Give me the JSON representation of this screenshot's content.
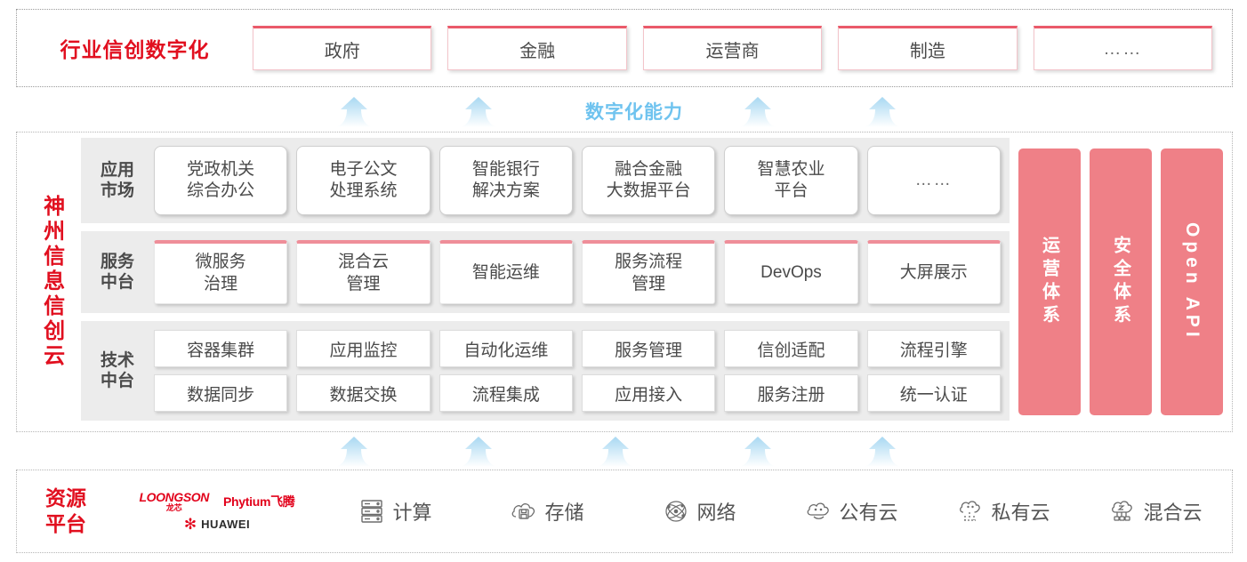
{
  "industry": {
    "title": "行业信创数字化",
    "cards": [
      {
        "label": "政府"
      },
      {
        "label": "金融"
      },
      {
        "label": "运营商"
      },
      {
        "label": "制造"
      },
      {
        "label": "……"
      }
    ]
  },
  "capability": {
    "label": "数字化能力",
    "arrow_count": 4,
    "arrow_icon": "up-arrow-icon",
    "arrow_color": "#cfe8f8"
  },
  "cloud": {
    "title": "神州信息信创云",
    "rows": [
      {
        "key": "app-market",
        "label": "应用\n市场",
        "label_line1": "应用",
        "label_line2": "市场",
        "cells": [
          {
            "label": "党政机关\n综合办公",
            "l1": "党政机关",
            "l2": "综合办公"
          },
          {
            "label": "电子公文\n处理系统",
            "l1": "电子公文",
            "l2": "处理系统"
          },
          {
            "label": "智能银行\n解决方案",
            "l1": "智能银行",
            "l2": "解决方案"
          },
          {
            "label": "融合金融\n大数据平台",
            "l1": "融合金融",
            "l2": "大数据平台"
          },
          {
            "label": "智慧农业\n平台",
            "l1": "智慧农业",
            "l2": "平台"
          },
          {
            "label": "……",
            "l1": "……",
            "l2": ""
          }
        ]
      },
      {
        "key": "service-platform",
        "label_line1": "服务",
        "label_line2": "中台",
        "cells": [
          {
            "l1": "微服务",
            "l2": "治理"
          },
          {
            "l1": "混合云",
            "l2": "管理"
          },
          {
            "l1": "智能运维",
            "l2": ""
          },
          {
            "l1": "服务流程",
            "l2": "管理"
          },
          {
            "l1": "DevOps",
            "l2": ""
          },
          {
            "l1": "大屏展示",
            "l2": ""
          }
        ]
      },
      {
        "key": "tech-platform",
        "label_line1": "技术",
        "label_line2": "中台",
        "row1": [
          "容器集群",
          "应用监控",
          "自动化运维",
          "服务管理",
          "信创适配",
          "流程引擎"
        ],
        "row2": [
          "数据同步",
          "数据交换",
          "流程集成",
          "应用接入",
          "服务注册",
          "统一认证"
        ]
      }
    ],
    "pillars": [
      {
        "label": "运营体系",
        "orientation": "upright"
      },
      {
        "label": "安全体系",
        "orientation": "upright"
      },
      {
        "label": "Open API",
        "orientation": "rotated"
      }
    ],
    "pillar_color": "#ef8087"
  },
  "lower_arrows": {
    "count": 5,
    "arrow_icon": "up-arrow-icon",
    "arrow_color": "#cfe8f8"
  },
  "resource": {
    "title_line1": "资源",
    "title_line2": "平台",
    "vendors": [
      {
        "name": "LOONGSON",
        "cn": "龙芯",
        "icon": "loongson-logo"
      },
      {
        "name": "Phytium飞腾",
        "icon": "phytium-logo"
      },
      {
        "name": "HUAWEI",
        "icon": "huawei-logo"
      }
    ],
    "items": [
      {
        "label": "计算",
        "icon": "server-rack-icon"
      },
      {
        "label": "存储",
        "icon": "cloud-storage-icon"
      },
      {
        "label": "网络",
        "icon": "network-icon"
      },
      {
        "label": "公有云",
        "icon": "public-cloud-icon"
      },
      {
        "label": "私有云",
        "icon": "private-cloud-icon"
      },
      {
        "label": "混合云",
        "icon": "hybrid-cloud-icon"
      }
    ]
  },
  "colors": {
    "brand_red": "#e10f1f",
    "card_accent": "#ea5a6a",
    "pillar": "#ef8087",
    "arrow_blue": "#cfe8f8",
    "capability_blue": "#6fc3ef",
    "band_gray": "#ececec"
  }
}
